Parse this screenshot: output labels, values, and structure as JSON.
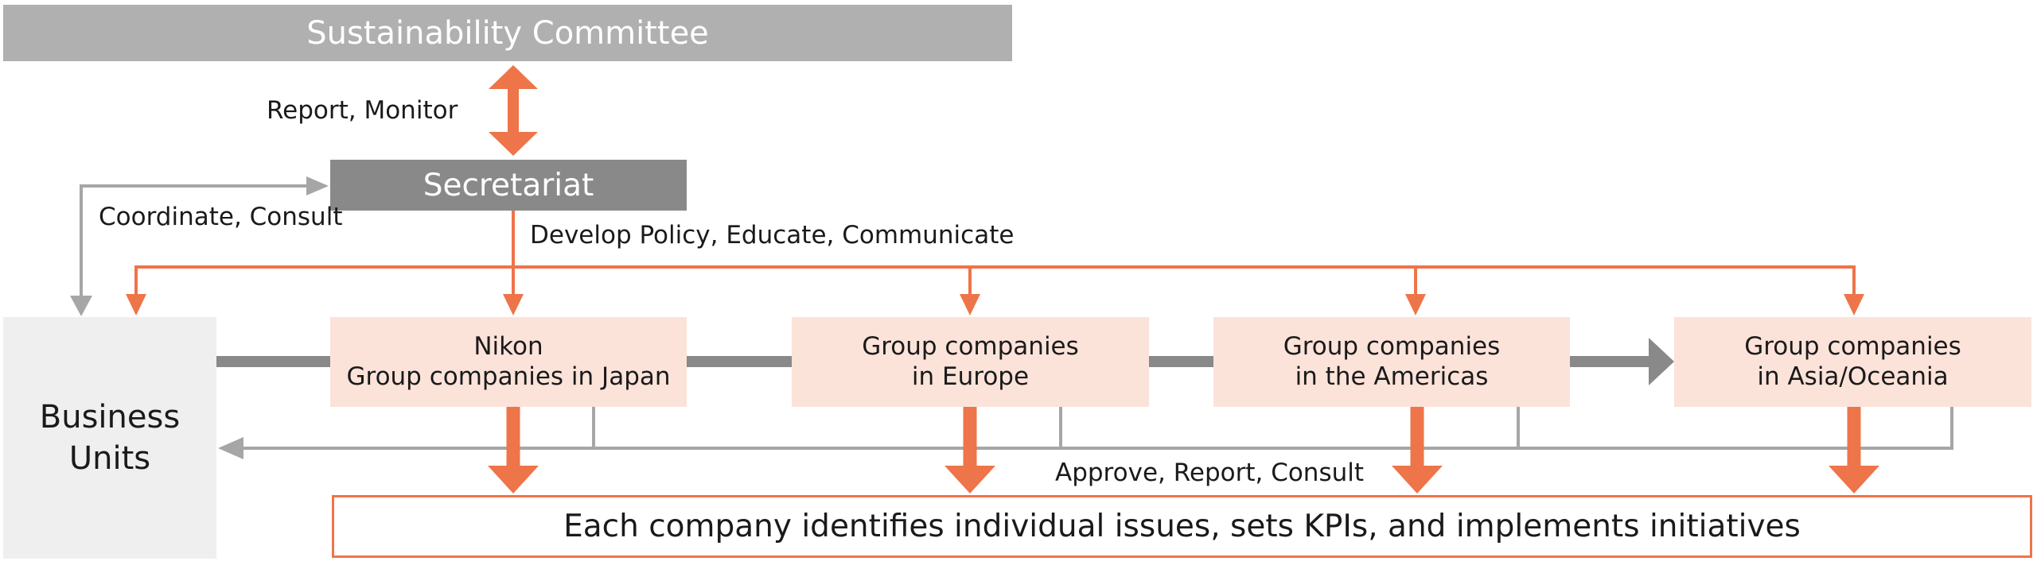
{
  "committee": {
    "label": "Sustainability Committee"
  },
  "secretariat": {
    "label": "Secretariat"
  },
  "business_units": {
    "line1": "Business",
    "line2": "Units"
  },
  "labels": {
    "report_monitor": "Report, Monitor",
    "coordinate_consult": "Coordinate, Consult",
    "develop_policy": "Develop Policy, Educate, Communicate",
    "approve_report": "Approve, Report, Consult"
  },
  "groups": [
    {
      "line1": "Nikon",
      "line2": "Group companies in Japan"
    },
    {
      "line1": "Group companies",
      "line2": "in Europe"
    },
    {
      "line1": "Group companies",
      "line2": "in the Americas"
    },
    {
      "line1": "Group companies",
      "line2": "in Asia/Oceania"
    }
  ],
  "bottom": {
    "label": "Each company identifies individual issues, sets KPIs, and implements initiatives"
  },
  "colors": {
    "orange": "#ee7449",
    "gray_arrow": "#a6a6a6",
    "dark_gray": "#898989",
    "box_fill": "#fbe3da"
  }
}
